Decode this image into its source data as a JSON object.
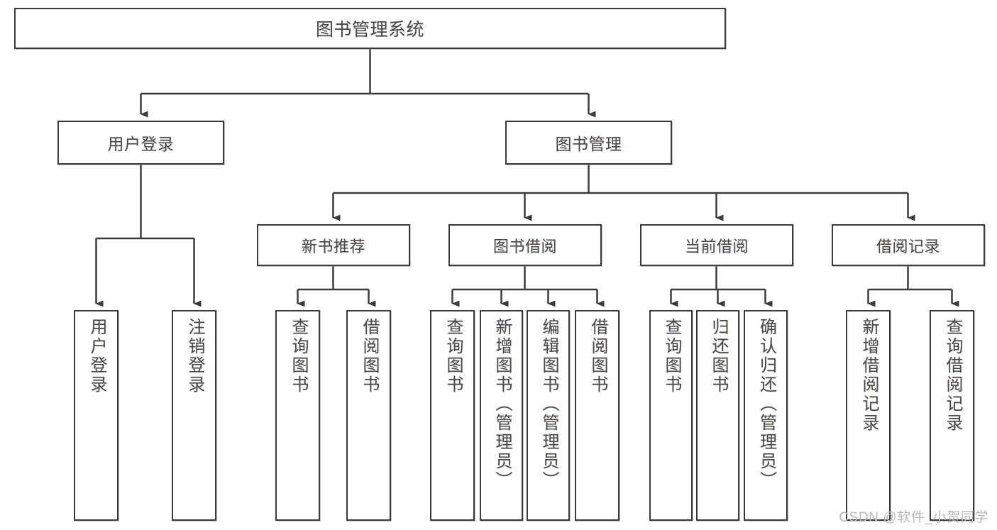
{
  "diagram": {
    "title": "图书管理系统",
    "type": "tree-hierarchy",
    "orientation": "top-down",
    "colors": {
      "box_border": "#3b3b3b",
      "box_fill": "#ffffff",
      "edge": "#3b3b3b",
      "text": "#4a4a4a",
      "watermark": "#b9b9b9",
      "background": "#ffffff"
    }
  },
  "root": {
    "label": "图书管理系统"
  },
  "level2": [
    {
      "label": "用户登录"
    },
    {
      "label": "图书管理"
    }
  ],
  "level3": [
    {
      "label": "新书推荐"
    },
    {
      "label": "图书借阅"
    },
    {
      "label": "当前借阅"
    },
    {
      "label": "借阅记录"
    }
  ],
  "leaves": {
    "user_login": [
      {
        "label": "用户登录"
      },
      {
        "label": "注销登录"
      }
    ],
    "new_book_recommend": [
      {
        "label": "查询图书"
      },
      {
        "label": "借阅图书"
      }
    ],
    "book_borrow": [
      {
        "label": "查询图书"
      },
      {
        "label": "新增图书（管理员）"
      },
      {
        "label": "编辑图书（管理员）"
      },
      {
        "label": "借阅图书"
      }
    ],
    "current_borrow": [
      {
        "label": "查询图书"
      },
      {
        "label": "归还图书"
      },
      {
        "label": "确认归还（管理员）"
      }
    ],
    "borrow_record": [
      {
        "label": "新增借阅记录"
      },
      {
        "label": "查询借阅记录"
      }
    ]
  },
  "watermark": {
    "text": "CSDN @软件_小贺同学"
  }
}
